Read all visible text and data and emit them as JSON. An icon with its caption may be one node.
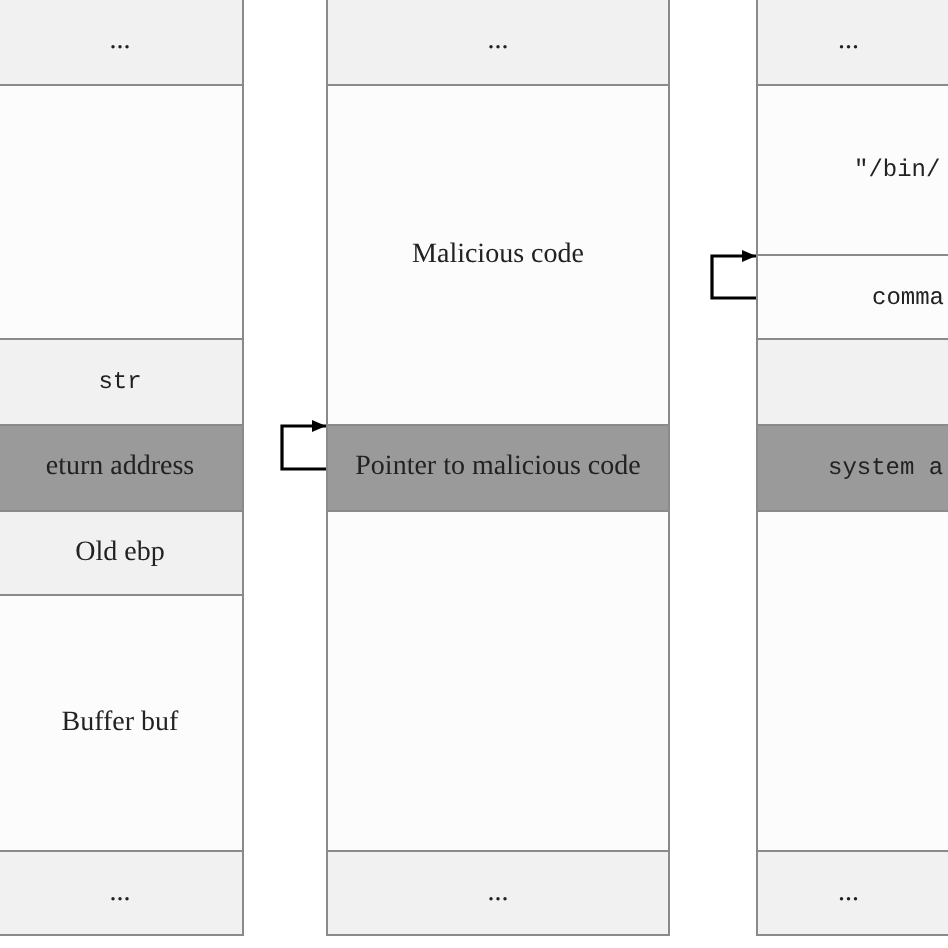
{
  "diagram": {
    "nodes": [
      {
        "text": [
          "..."
        ]
      },
      {
        "text": [],
        "shape": "box"
      },
      {
        "text": [
          "str"
        ]
      },
      {
        "text": [
          "eturn address"
        ]
      },
      {
        "text": [
          "Old ebp"
        ]
      },
      {
        "text": [
          "Buffer buf"
        ]
      },
      {
        "text": [
          "..."
        ]
      },
      {
        "text": [
          "..."
        ]
      },
      {
        "text": [
          "Malicious code"
        ]
      },
      {
        "text": [
          "Pointer to malicious code"
        ]
      },
      {
        "text": [],
        "shape": "box"
      },
      {
        "text": [
          "..."
        ]
      },
      {
        "text": [
          "..."
        ]
      },
      {
        "text": [
          "\"/bin/"
        ]
      },
      {
        "text": [
          "comma"
        ]
      },
      {
        "text": [],
        "shape": "box"
      },
      {
        "text": [
          "system a"
        ]
      },
      {
        "text": [],
        "shape": "box"
      },
      {
        "text": [
          "..."
        ]
      }
    ],
    "edges": [
      {
        "from": 9,
        "to": 8,
        "arrow": "to"
      },
      {
        "from": 14,
        "to": 13,
        "arrow": "to"
      }
    ]
  }
}
